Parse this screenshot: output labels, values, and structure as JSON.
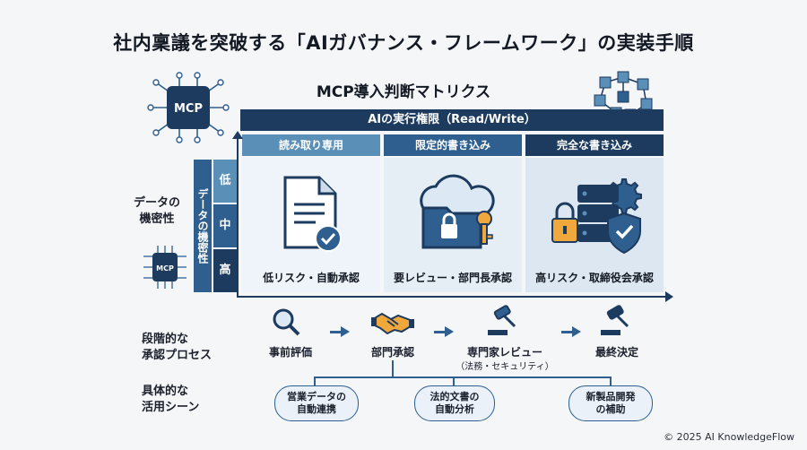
{
  "title": "社内稟議を突破する「AIガバナンス・フレームワーク」の実装手順",
  "subtitle": "MCP導入判断マトリクス",
  "logo_text": "MCP",
  "logo_small_text": "MCP",
  "matrix": {
    "top_header": "AIの実行権限（Read/Write）",
    "columns": [
      "読み取り専用",
      "限定的書き込み",
      "完全な書き込み"
    ],
    "y_axis_label": "データの機密性",
    "left_label_line1": "データの",
    "left_label_line2": "機密性",
    "levels": [
      "低",
      "中",
      "高"
    ],
    "cells": [
      "低リスク・自動承認",
      "要レビュー・部門長承認",
      "高リスク・取締役会承認"
    ]
  },
  "process": {
    "label_line1": "段階的な",
    "label_line2": "承認プロセス",
    "steps": [
      "事前評価",
      "部門承認",
      "専門家レビュー",
      "最終決定"
    ],
    "step3_sub": "（法務・セキュリティ）"
  },
  "usecases": {
    "label_line1": "具体的な",
    "label_line2": "活用シーン",
    "items": [
      {
        "line1": "営業データの",
        "line2": "自動連携"
      },
      {
        "line1": "法的文書の",
        "line2": "自動分析"
      },
      {
        "line1": "新製品開発",
        "line2": "の補助"
      }
    ]
  },
  "copyright": "© 2025 AI KnowledgeFlow",
  "colors": {
    "navy": "#1d3a5f",
    "mid": "#2e5f8f",
    "light": "#5a8fb8",
    "accent": "#f0a83c"
  }
}
